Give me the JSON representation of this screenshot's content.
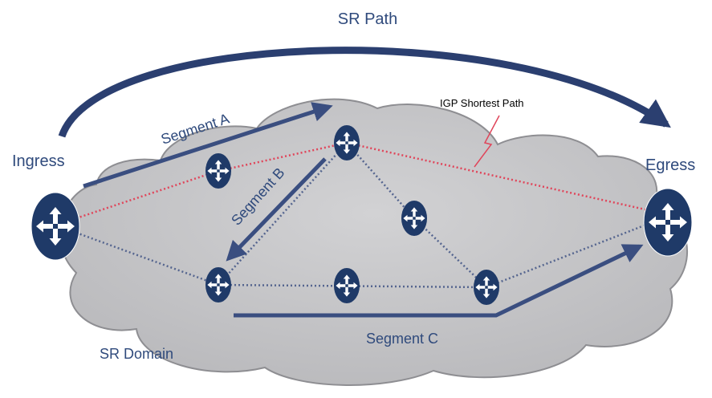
{
  "labels": {
    "sr_path": "SR Path",
    "igp_shortest_path": "IGP Shortest Path",
    "ingress": "Ingress",
    "egress": "Egress",
    "segment_a": "Segment A",
    "segment_b": "Segment B",
    "segment_c": "Segment C",
    "sr_domain": "SR Domain"
  },
  "colors": {
    "node_fill": "#1f3a68",
    "arrow": "#3a4e80",
    "link_dotted": "#55658f",
    "igp_path": "#e0455a",
    "cloud_fill": "#c4c4c6",
    "cloud_stroke": "#8e8e92",
    "label_text": "#2f4a7c"
  },
  "icons": {
    "router": "router-four-arrows-icon"
  }
}
